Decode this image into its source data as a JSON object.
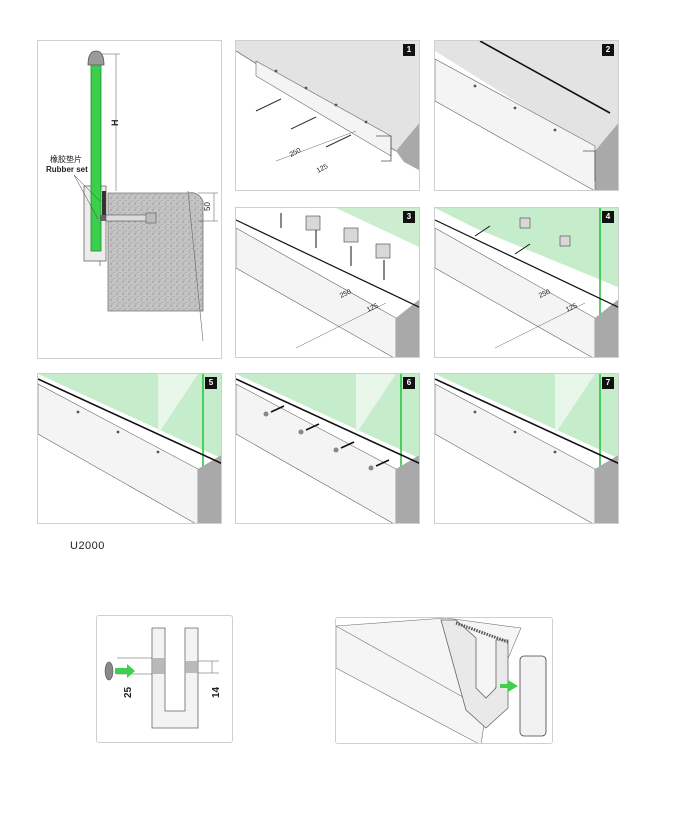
{
  "main_section": {
    "label_cn": "橡胶垫片",
    "label_en": "Rubber set",
    "dim_h": "H",
    "dim_50": "50"
  },
  "steps": [
    {
      "number": "1",
      "dim_a": "250",
      "dim_b": "125"
    },
    {
      "number": "2"
    },
    {
      "number": "3",
      "dim_a": "250",
      "dim_b": "125"
    },
    {
      "number": "4",
      "dim_a": "250",
      "dim_b": "125"
    },
    {
      "number": "5"
    },
    {
      "number": "6"
    },
    {
      "number": "7"
    }
  ],
  "model_code": "U2000",
  "profile_detail": {
    "dim_left": "25",
    "dim_right": "14"
  },
  "colors": {
    "glass": "#7fd68a",
    "glass_edge": "#22c03a",
    "arrow": "#3fcf4a",
    "concrete": "#bfbfbf"
  }
}
